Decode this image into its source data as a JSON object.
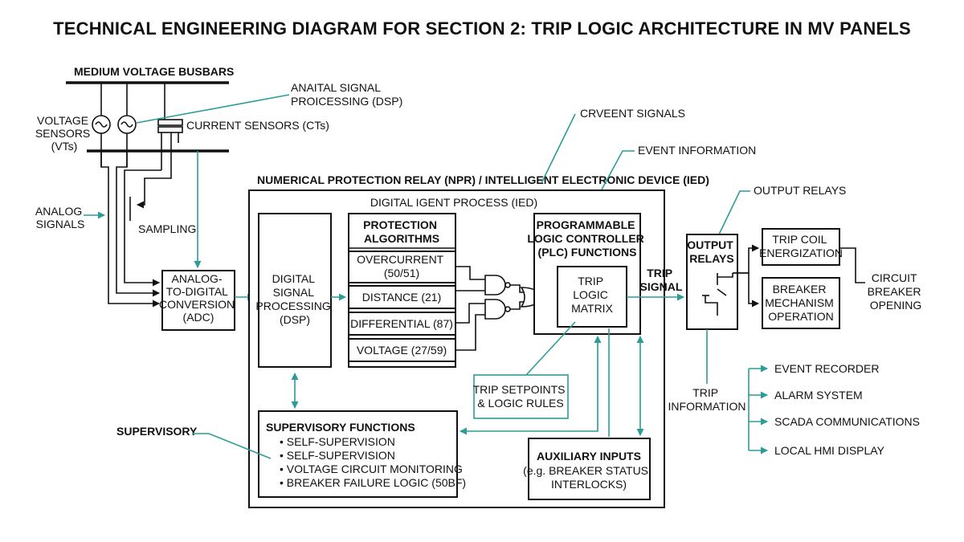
{
  "title": "TECHNICAL ENGINEERING DIAGRAM FOR SECTION 2: TRIP LOGIC ARCHITECTURE IN MV PANELS",
  "labels": {
    "busbars": "MEDIUM VOLTAGE BUSBARS",
    "dsp_callout": [
      "ANAITAL SIGNAL",
      "PROICESSING  (DSP)"
    ],
    "voltage_sensors": [
      "VOLTAGE",
      "SENSORS",
      "(VTs)"
    ],
    "current_sensors": "CURRENT SENSORS (CTs)",
    "analog_signals": [
      "ANALOG",
      "SIGNALS"
    ],
    "sampling": "SAMPLING",
    "crveent_signals": "CRVEENT SIGNALS",
    "event_information": "EVENT INFORMATION",
    "output_relays_callout": "OUTPUT RELAYS",
    "trip_signal": [
      "TRIP",
      "SIGNAL"
    ],
    "supervisory": "SUPERVISORY",
    "trip_information": [
      "TRIP",
      "INFORMATION"
    ],
    "circuit_breaker_opening": [
      "CIRCUIT",
      "BREAKER",
      "OPENING"
    ]
  },
  "npr": {
    "title": "NUMERICAL PROTECTION RELAY (NPR) / INTELLIGENT ELECTRONIC DEVICE (IED)",
    "inner_title": "DIGITAL IGENT PROCESS (IED)"
  },
  "adc": [
    "ANALOG-",
    "TO-DIGITAL",
    "CONVERSION",
    "(ADC)"
  ],
  "dsp": [
    "DIGITAL",
    "SIGNAL",
    "PROCESSING",
    "(DSP)"
  ],
  "protection": {
    "title": [
      "PROTECTION",
      "ALGORITHMS"
    ],
    "items": [
      [
        "OVERCURRENT",
        "(50/51)"
      ],
      [
        "DISTANCE (21)"
      ],
      [
        "DIFFERENTIAL (87)"
      ],
      [
        "VOLTAGE (27/59)"
      ]
    ]
  },
  "plc": {
    "title": [
      "PROGRAMMABLE",
      "LOGIC CONTROLLER",
      "(PLC) FUNCTIONS"
    ],
    "matrix": [
      "TRIP",
      "LOGIC",
      "MATRIX"
    ]
  },
  "setpoints": [
    "TRIP SETPOINTS",
    "& LOGIC RULES"
  ],
  "supervisory_functions": {
    "title": "SUPERVISORY FUNCTIONS",
    "items": [
      "• SELF-SUPERVISION",
      "• SELF-SUPERVISION",
      "• VOLTAGE CIRCUIT MONITORING",
      "• BREAKER FAILURE LOGIC (50BF)"
    ]
  },
  "auxiliary": [
    "AUXILIARY INPUTS",
    "(e.g. BREAKER STATUS,",
    "INTERLOCKS)"
  ],
  "output_relays_box": [
    "OUTPUT",
    "RELAYS"
  ],
  "trip_coil": [
    "TRIP COIL",
    "ENERGIZATION"
  ],
  "breaker_mech": [
    "BREAKER",
    "MECHANISM",
    "OPERATION"
  ],
  "outputs": [
    "EVENT RECORDER",
    "ALARM SYSTEM",
    "SCADA COMMUNICATIONS",
    "LOCAL HMI DISPLAY"
  ]
}
